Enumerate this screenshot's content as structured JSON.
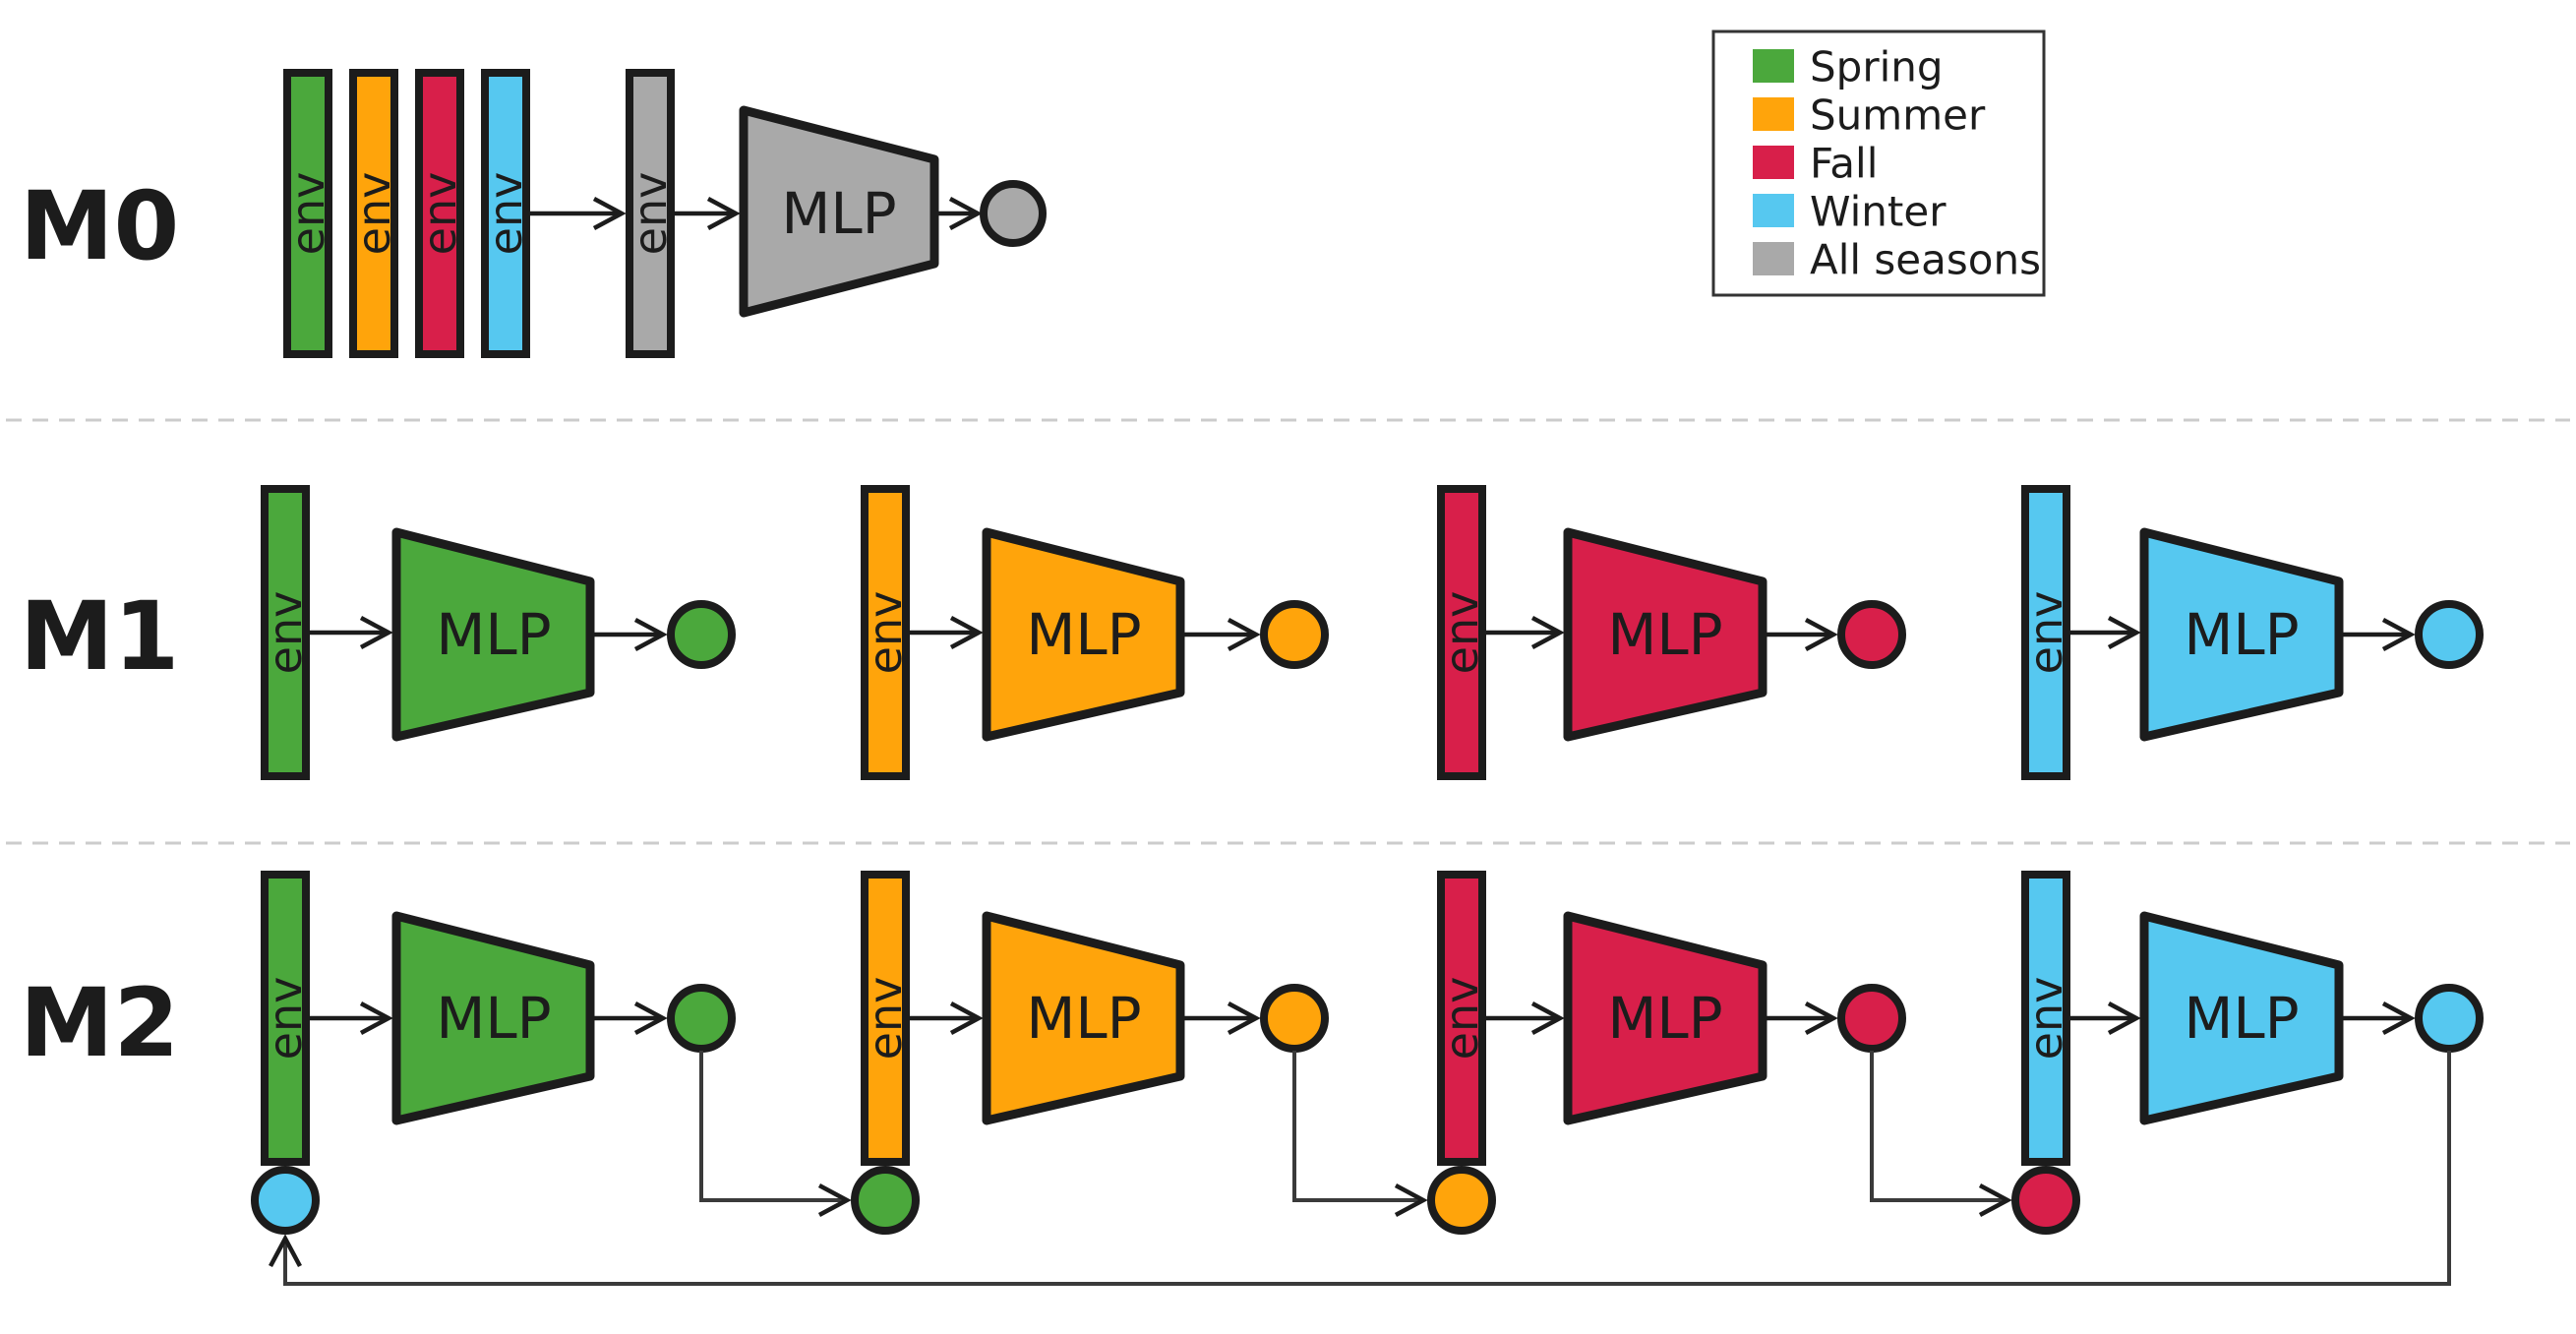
{
  "colors": {
    "spring": "#4BA83C",
    "summer": "#FFA40B",
    "fall": "#D81F4A",
    "winter": "#56C8F0",
    "all_seasons": "#A9A9A9",
    "outline": "#1C1C1C"
  },
  "labels": {
    "row_m0": "M0",
    "row_m1": "M1",
    "row_m2": "M2",
    "env": "env",
    "mlp": "MLP"
  },
  "legend": {
    "items": [
      {
        "label": "Spring",
        "color": "#4BA83C"
      },
      {
        "label": "Summer",
        "color": "#FFA40B"
      },
      {
        "label": "Fall",
        "color": "#D81F4A"
      },
      {
        "label": "Winter",
        "color": "#56C8F0"
      },
      {
        "label": "All seasons",
        "color": "#A9A9A9"
      }
    ]
  },
  "structure": {
    "rows": [
      {
        "name": "M0",
        "description": "four seasonal env blocks feed one all-seasons env, then one MLP and one output node"
      },
      {
        "name": "M1",
        "description": "one independent env, MLP and output node per season"
      },
      {
        "name": "M2",
        "description": "per-season env, MLP and output node; each output feeds the next season's input node, winter output feeds back to spring input node"
      }
    ],
    "seasons_order": [
      "Spring",
      "Summer",
      "Fall",
      "Winter"
    ]
  }
}
